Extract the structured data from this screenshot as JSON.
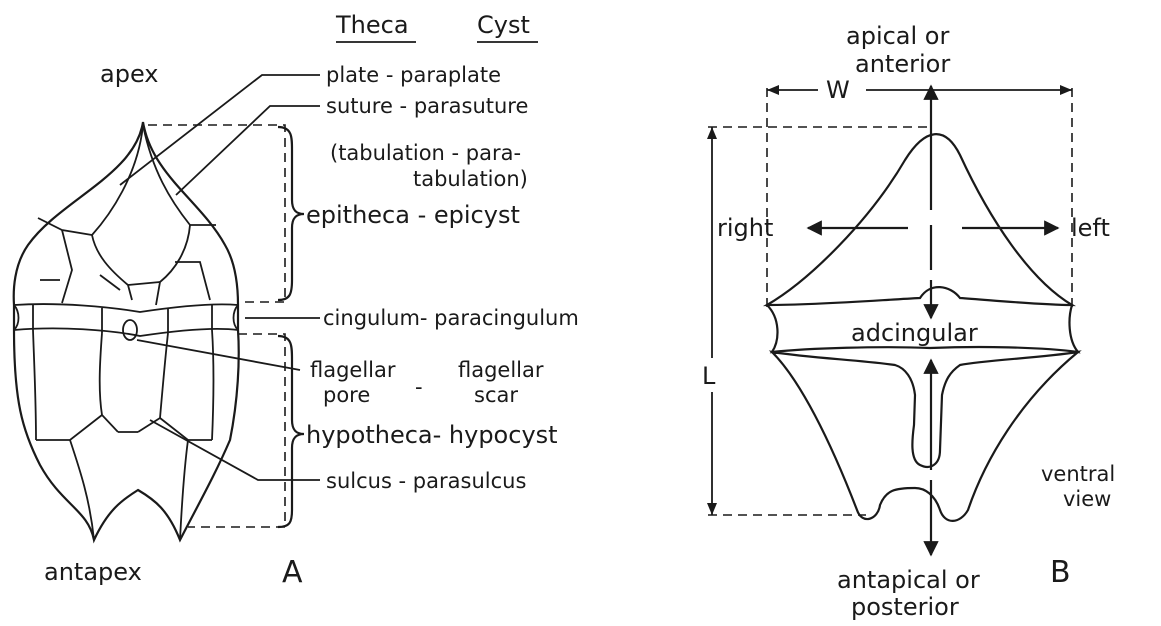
{
  "panel_a": {
    "header_theca": "Theca",
    "header_cyst": "Cyst",
    "apex": "apex",
    "antapex": "antapex",
    "plate": "plate - paraplate",
    "suture": "suture - parasuture",
    "tabulation_1": "(tabulation - para-",
    "tabulation_2": "tabulation)",
    "epitheca": "epitheca - epicyst",
    "cingulum": "cingulum- paracingulum",
    "flagellar_1": "flagellar",
    "flagellar_2": "flagellar",
    "pore": "pore",
    "dash": "-",
    "scar": "scar",
    "hypotheca": "hypotheca- hypocyst",
    "sulcus": "sulcus - parasulcus",
    "panel_letter": "A"
  },
  "panel_b": {
    "apical_1": "apical or",
    "apical_2": "anterior",
    "width_symbol": "W",
    "length_symbol": "L",
    "right": "right",
    "left": "left",
    "adcingular": "adcingular",
    "ventral_1": "ventral",
    "ventral_2": "view",
    "antapical_1": "antapical or",
    "antapical_2": "posterior",
    "panel_letter": "B"
  }
}
